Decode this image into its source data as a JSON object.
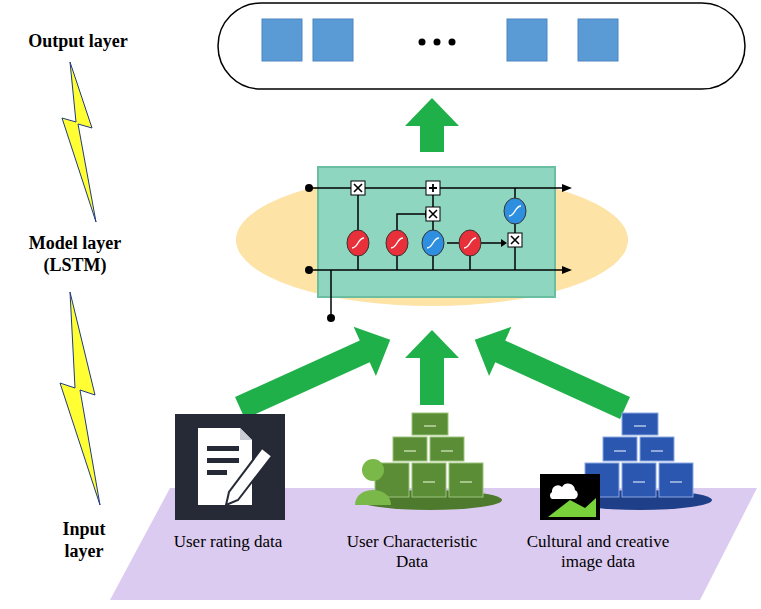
{
  "diagram": {
    "labels": [
      "Output layer",
      "Model layer (LSTM)",
      "Input layer",
      "User rating data",
      "User Characteristic Data",
      "Cultural and creative image data"
    ]
  }
}
